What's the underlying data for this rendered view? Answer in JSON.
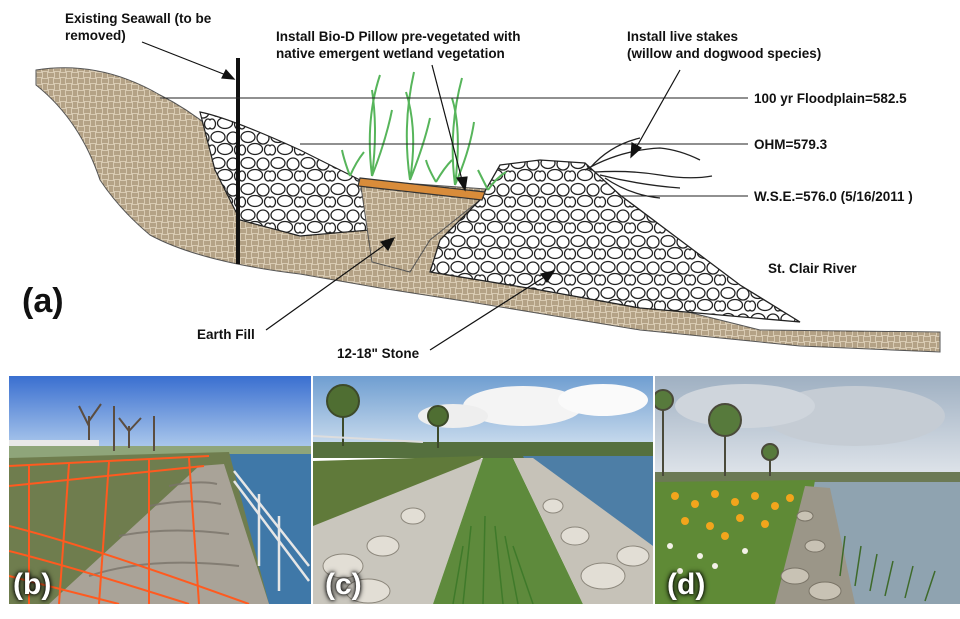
{
  "figure": {
    "panel_a": {
      "letter": "(a)",
      "labels": {
        "seawall": [
          "Existing Seawall (to be",
          "removed)"
        ],
        "biod": [
          "Install Bio-D Pillow pre-vegetated with",
          "native emergent wetland vegetation"
        ],
        "stakes": [
          "Install live stakes",
          "(willow and dogwood species)"
        ],
        "floodplain": "100 yr Floodplain=582.5",
        "ohm": "OHM=579.3",
        "wse": "W.S.E.=576.0 (5/16/2011 )",
        "river": "St. Clair River",
        "earth_fill": "Earth Fill",
        "stone": "12-18\" Stone"
      }
    },
    "photos": [
      {
        "letter": "(b)"
      },
      {
        "letter": "(c)"
      },
      {
        "letter": "(d)"
      }
    ]
  },
  "colors": {
    "fill_texture": "#c9b79c",
    "grass": "#4caf50",
    "pillow": "#d98c3a",
    "fence": "#ff5a1f",
    "water": "#3f78a8"
  }
}
